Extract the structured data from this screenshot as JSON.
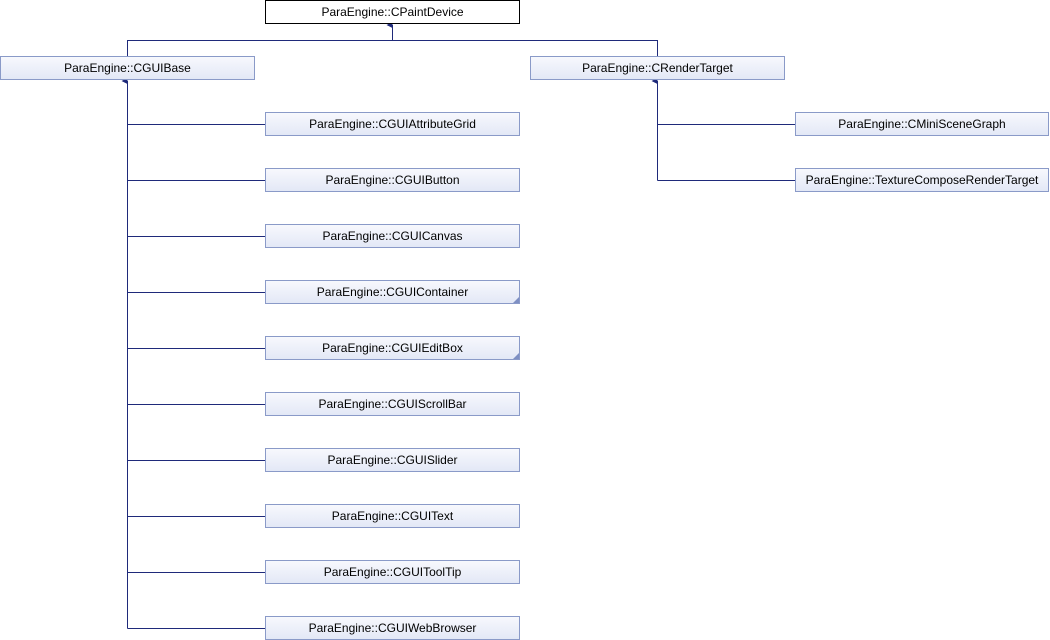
{
  "diagram": {
    "nodes": {
      "cpaintdevice": "ParaEngine::CPaintDevice",
      "cguibase": "ParaEngine::CGUIBase",
      "crendertarget": "ParaEngine::CRenderTarget",
      "cguiattributegrid": "ParaEngine::CGUIAttributeGrid",
      "cguibutton": "ParaEngine::CGUIButton",
      "cguicanvas": "ParaEngine::CGUICanvas",
      "cguicontainer": "ParaEngine::CGUIContainer",
      "cguieditbox": "ParaEngine::CGUIEditBox",
      "cguiscrollbar": "ParaEngine::CGUIScrollBar",
      "cguislider": "ParaEngine::CGUISlider",
      "cguitext": "ParaEngine::CGUIText",
      "cguitooltip": "ParaEngine::CGUIToolTip",
      "cguiwebbrowser": "ParaEngine::CGUIWebBrowser",
      "cminiscenegraph": "ParaEngine::CMiniSceneGraph",
      "texturecomposerendertarget": "ParaEngine::TextureComposeRenderTarget"
    },
    "colors": {
      "edge": "#1f2a7a",
      "node_border": "#8a9ac8",
      "root_border": "#000000"
    }
  }
}
